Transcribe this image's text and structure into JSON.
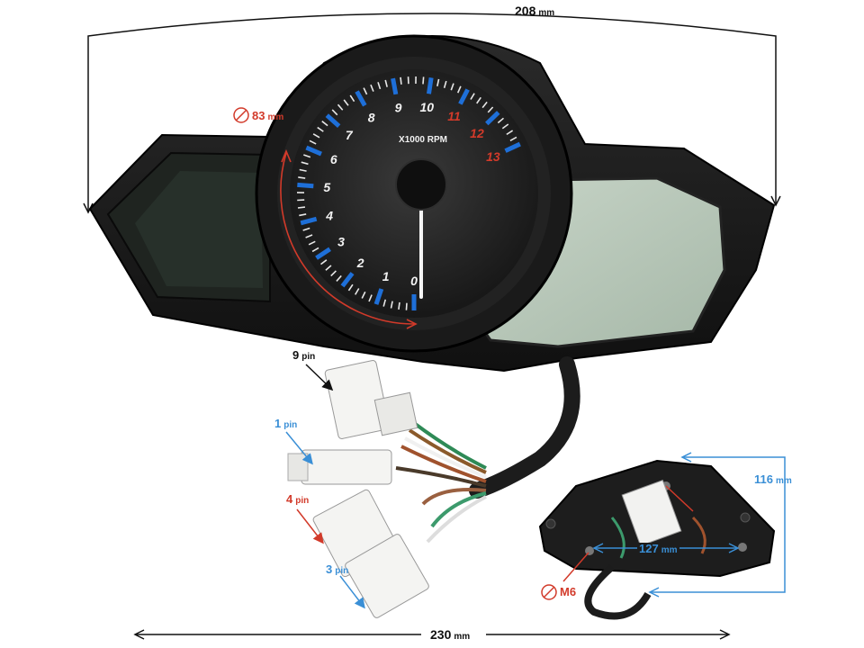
{
  "dimensions": {
    "overall_width": {
      "value": "208",
      "unit": "mm"
    },
    "bottom_width": {
      "value": "230",
      "unit": "mm"
    },
    "gauge_diameter": {
      "value": "83",
      "unit": "mm"
    },
    "mount_height": {
      "value": "116",
      "unit": "mm"
    },
    "mount_spacing": {
      "value": "127",
      "unit": "mm"
    },
    "bolt": {
      "value": "M6"
    }
  },
  "connectors": [
    {
      "value": "9",
      "unit": "pin"
    },
    {
      "value": "1",
      "unit": "pin"
    },
    {
      "value": "4",
      "unit": "pin"
    },
    {
      "value": "3",
      "unit": "pin"
    }
  ],
  "tachometer": {
    "unit_label": "X1000 RPM",
    "numbers": [
      "0",
      "1",
      "2",
      "3",
      "4",
      "5",
      "6",
      "7",
      "8",
      "9",
      "10",
      "11",
      "12",
      "13"
    ],
    "redline_numbers": [
      "11",
      "12",
      "13"
    ]
  },
  "colors": {
    "bezel": "#1b1b1b",
    "lcd": "#b6c6b6",
    "accent_blue": "#3a8fd6",
    "accent_red": "#d23a2a",
    "tick_blue": "#1e6fd8"
  }
}
